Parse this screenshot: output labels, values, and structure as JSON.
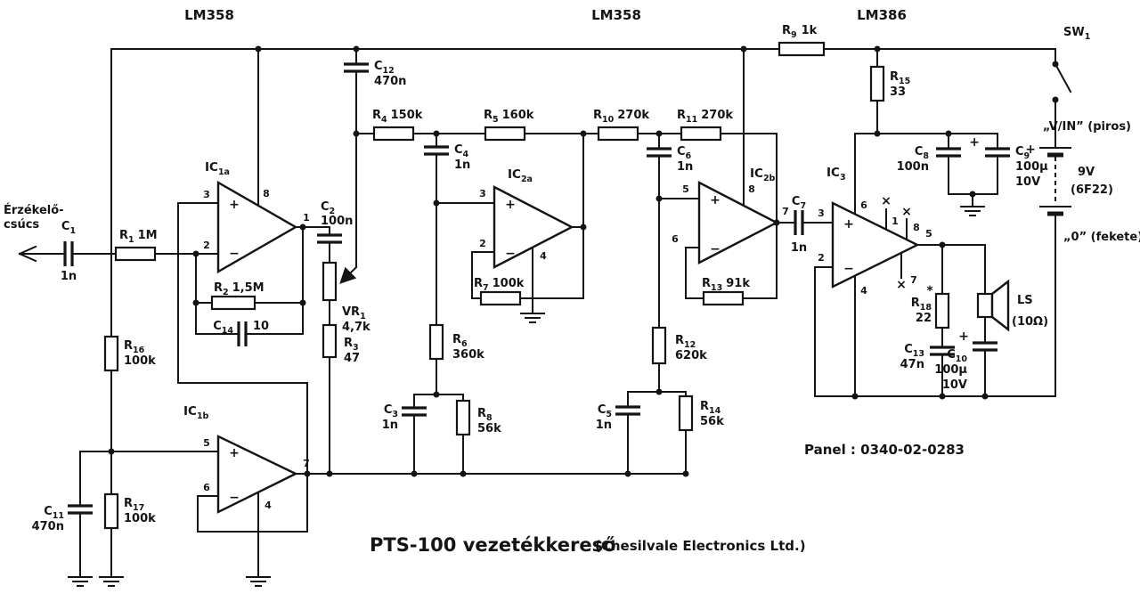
{
  "header": {
    "ic1_type": "LM358",
    "ic2_type": "LM358",
    "ic3_type": "LM386"
  },
  "title": {
    "main": "PTS-100 vezetékkereső",
    "credit": "(Chesilvale Electronics Ltd.)"
  },
  "panel": "Panel :  0340-02-0283",
  "input": {
    "line1": "Érzékelő-",
    "line2": "csúcs"
  },
  "battery": {
    "plus": "+",
    "voltage": "9V",
    "type": "(6F22)",
    "red_lead": "„V/IN” (piros)",
    "black_lead": "„0” (fekete)"
  },
  "speaker": {
    "ref": "LS",
    "impedance": "(10Ω)"
  },
  "switch": {
    "ref": "SW",
    "sub": "1"
  },
  "opamps": {
    "ic1a": {
      "ref": "IC",
      "sub": "1a",
      "pin_out": "1",
      "pin_inv": "2",
      "pin_noninv": "3",
      "pin_supply": "8",
      "plus": "+",
      "minus": "−"
    },
    "ic1b": {
      "ref": "IC",
      "sub": "1b",
      "pin_out": "7",
      "pin_inv": "6",
      "pin_noninv": "5",
      "pin_gnd": "4",
      "plus": "+",
      "minus": "−"
    },
    "ic2a": {
      "ref": "IC",
      "sub": "2a",
      "pin_inv": "2",
      "pin_noninv": "3",
      "pin_gnd": "4",
      "plus": "+",
      "minus": "−"
    },
    "ic2b": {
      "ref": "IC",
      "sub": "2b",
      "pin_out": "7",
      "pin_inv": "6",
      "pin_noninv": "5",
      "pin_supply": "8",
      "plus": "+",
      "minus": "−"
    },
    "ic3": {
      "ref": "IC",
      "sub": "3",
      "pin_noninv": "3",
      "pin_inv": "2",
      "pin_supply": "6",
      "pin_out": "5",
      "pin_gnd": "4",
      "pin_bypass": "7",
      "pin_nc_a": "1",
      "pin_nc_b": "8",
      "nc_mark": "×",
      "star": "*",
      "plus": "+",
      "minus": "−"
    }
  },
  "resistors": {
    "r1": {
      "ref": "R",
      "sub": "1",
      "value": "1M"
    },
    "r2": {
      "ref": "R",
      "sub": "2",
      "value": "1,5M"
    },
    "r3": {
      "ref": "R",
      "sub": "3",
      "value": "47"
    },
    "r4": {
      "ref": "R",
      "sub": "4",
      "value": "150k"
    },
    "r5": {
      "ref": "R",
      "sub": "5",
      "value": "160k"
    },
    "r6": {
      "ref": "R",
      "sub": "6",
      "value": "360k"
    },
    "r7": {
      "ref": "R",
      "sub": "7",
      "value": "100k"
    },
    "r8": {
      "ref": "R",
      "sub": "8",
      "value": "56k"
    },
    "r9": {
      "ref": "R",
      "sub": "9",
      "value": "1k"
    },
    "r10": {
      "ref": "R",
      "sub": "10",
      "value": "270k"
    },
    "r11": {
      "ref": "R",
      "sub": "11",
      "value": "270k"
    },
    "r12": {
      "ref": "R",
      "sub": "12",
      "value": "620k"
    },
    "r13": {
      "ref": "R",
      "sub": "13",
      "value": "91k"
    },
    "r14": {
      "ref": "R",
      "sub": "14",
      "value": "56k"
    },
    "r15": {
      "ref": "R",
      "sub": "15",
      "value": "33"
    },
    "r16": {
      "ref": "R",
      "sub": "16",
      "value": "100k"
    },
    "r17": {
      "ref": "R",
      "sub": "17",
      "value": "100k"
    },
    "r18": {
      "ref": "R",
      "sub": "18",
      "value": "22"
    },
    "vr1": {
      "ref": "VR",
      "sub": "1",
      "value": "4,7k"
    }
  },
  "capacitors": {
    "c1": {
      "ref": "C",
      "sub": "1",
      "value": "1n"
    },
    "c2": {
      "ref": "C",
      "sub": "2",
      "value": "100n"
    },
    "c3": {
      "ref": "C",
      "sub": "3",
      "value": "1n"
    },
    "c4": {
      "ref": "C",
      "sub": "4",
      "value": "1n"
    },
    "c5": {
      "ref": "C",
      "sub": "5",
      "value": "1n"
    },
    "c6": {
      "ref": "C",
      "sub": "6",
      "value": "1n"
    },
    "c7": {
      "ref": "C",
      "sub": "7",
      "value": "1n"
    },
    "c8": {
      "ref": "C",
      "sub": "8",
      "value": "100n"
    },
    "c9": {
      "ref": "C",
      "sub": "9",
      "value": "100µ",
      "value2": "10V",
      "plus": "+"
    },
    "c10": {
      "ref": "C",
      "sub": "10",
      "value": "100µ",
      "value2": "10V",
      "plus": "+"
    },
    "c11": {
      "ref": "C",
      "sub": "11",
      "value": "470n"
    },
    "c12": {
      "ref": "C",
      "sub": "12",
      "value": "470n"
    },
    "c13": {
      "ref": "C",
      "sub": "13",
      "value": "47n"
    },
    "c14": {
      "ref": "C",
      "sub": "14",
      "value": "10"
    }
  }
}
